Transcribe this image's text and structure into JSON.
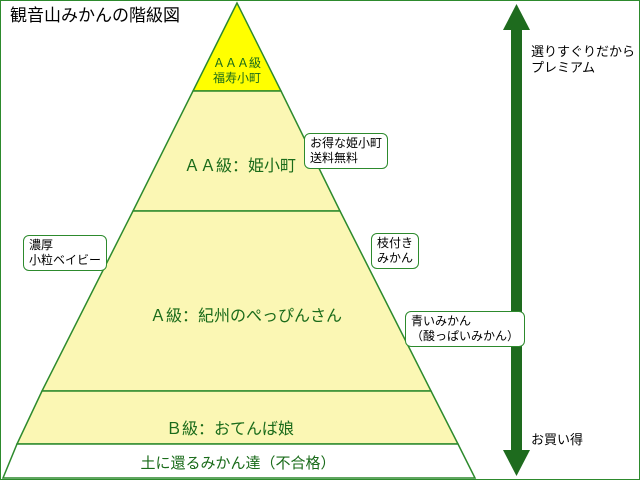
{
  "title": "観音山みかんの階級図",
  "tiers": [
    {
      "id": "aaa",
      "line1": "ＡＡＡ級",
      "line2": "福寿小町"
    },
    {
      "id": "aa",
      "label": "ＡＡ級：姫小町"
    },
    {
      "id": "a",
      "label": "Ａ級：紀州のぺっぴんさん"
    },
    {
      "id": "b",
      "label": "Ｂ級：おてんば娘"
    },
    {
      "id": "reject",
      "label": "土に還るみかん達（不合格）"
    }
  ],
  "callouts": {
    "aa_bargain": {
      "line1": "お得な姫小町",
      "line2": "送料無料"
    },
    "rich_small": {
      "line1": "濃厚",
      "line2": "小粒ベイビー"
    },
    "with_branch": {
      "line1": "枝付き",
      "line2": "みかん"
    },
    "green_sour": {
      "line1": "青いみかん",
      "line2": "（酸っぱいみかん）"
    }
  },
  "scale_arrow": {
    "top_line1": "選りすぐりだから",
    "top_line2": "プレミアム",
    "bottom": "お買い得"
  },
  "colors": {
    "pyramid_fill": "#fbf7b4",
    "apex_fill": "#ffff00",
    "lines": "#2d8a2d",
    "label_text": "#1a6b1a",
    "arrow": "#1e6b1e"
  }
}
